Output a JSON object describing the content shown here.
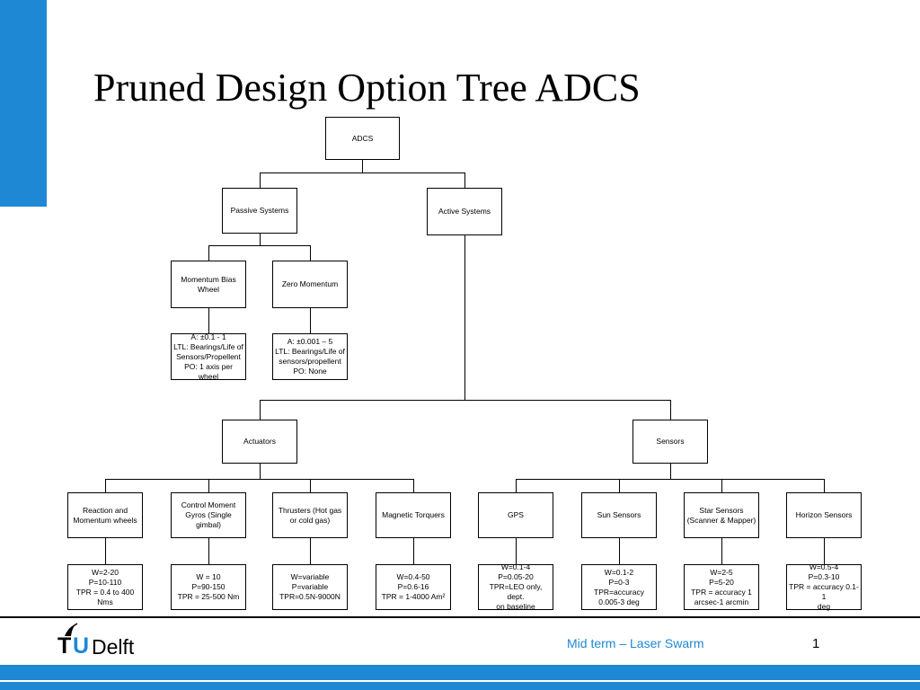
{
  "slide": {
    "title": "Pruned Design Option Tree ADCS",
    "footer_text": "Mid term – Laser Swarm",
    "page_number": "1",
    "logo_t": "T",
    "logo_u": "U",
    "logo_delft": "Delft",
    "brand_color": "#1e88d5"
  },
  "tree": {
    "root": "ADCS",
    "passive": "Passive Systems",
    "active": "Active Systems",
    "momentum_bias": "Momentum Bias\nWheel",
    "zero_momentum": "Zero Momentum",
    "momentum_bias_spec": "A: ±0.1 - 1\nLTL: Bearings/Life of\nSensors/Propellent\nPO: 1 axis per wheel",
    "zero_momentum_spec": "A: ±0.001 – 5\nLTL: Bearings/Life of\nsensors/propellent\nPO: None",
    "actuators": "Actuators",
    "sensors": "Sensors",
    "reaction_wheels": "Reaction and\nMomentum wheels",
    "cmg": "Control Moment\nGyros (Single\ngimbal)",
    "thrusters": "Thrusters (Hot gas\nor cold gas)",
    "magnetic_torquers": "Magnetic Torquers",
    "gps": "GPS",
    "sun_sensors": "Sun Sensors",
    "star_sensors": "Star Sensors\n(Scanner & Mapper)",
    "horizon_sensors": "Horizon Sensors",
    "reaction_wheels_spec": "W=2-20\nP=10-110\nTPR = 0.4 to 400\nNms",
    "cmg_spec": "W = 10\nP=90-150\nTPR = 25-500 Nm",
    "thrusters_spec": "W=variable\nP=variable\nTPR=0.5N-9000N",
    "magnetic_torquers_spec": "W=0.4-50\nP=0.6-16\nTPR = 1-4000 Am²",
    "gps_spec": "W=0.1-4\nP=0.05-20\nTPR=LEO only, dept.\non baseline",
    "sun_sensors_spec": "W=0.1-2\nP=0-3\nTPR=accuracy\n0.005-3 deg",
    "star_sensors_spec": "W=2-5\nP=5-20\nTPR = accuracy 1\narcsec-1 arcmin",
    "horizon_sensors_spec": "W=0.5-4\nP=0.3-10\nTPR = accuracy 0.1-1\ndeg"
  }
}
